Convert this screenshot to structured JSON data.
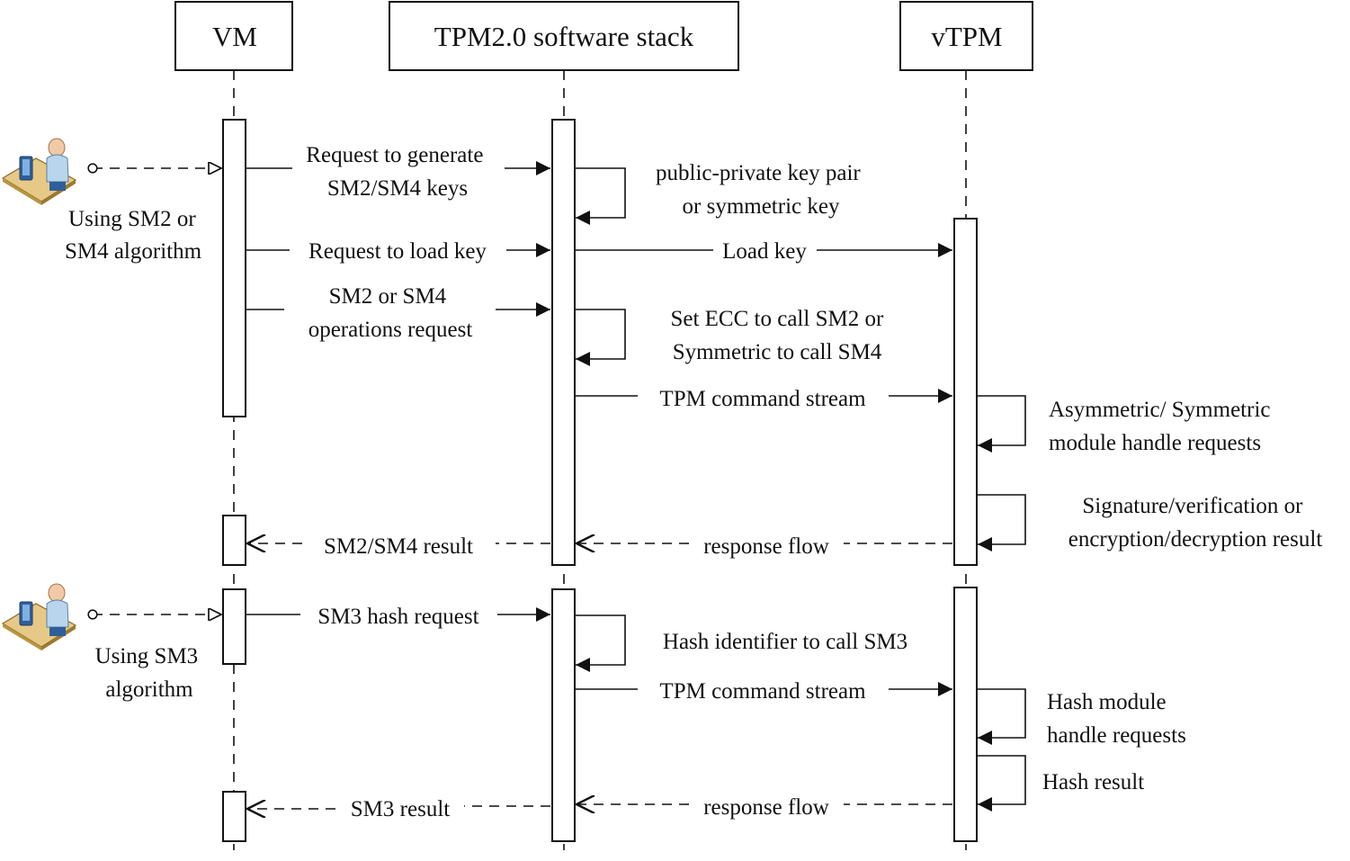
{
  "participants": {
    "vm": "VM",
    "stack": "TPM2.0 software stack",
    "vtpm": "vTPM"
  },
  "actors": {
    "a1": [
      "Using SM2 or",
      "SM4 algorithm"
    ],
    "a2": [
      "Using SM3",
      "algorithm"
    ]
  },
  "messages": {
    "m1": [
      "Request to generate",
      "SM2/SM4 keys"
    ],
    "m2": [
      "public-private key pair",
      "or symmetric key"
    ],
    "m3": "Request to load key",
    "m4": "Load key",
    "m5": [
      "SM2 or SM4",
      "operations request"
    ],
    "m6": [
      "Set ECC to call SM2  or",
      "Symmetric  to call SM4"
    ],
    "m7": "TPM command stream",
    "m8": [
      "Asymmetric/ Symmetric",
      "module handle requests"
    ],
    "m9": [
      "Signature/verification or",
      "encryption/decryption result"
    ],
    "m10": "SM2/SM4  result",
    "m11": "response flow",
    "m12": "SM3 hash request",
    "m13": "Hash identifier to call SM3",
    "m14": "TPM command stream",
    "m15": [
      "Hash module",
      "handle requests"
    ],
    "m16": "Hash  result",
    "m17": "SM3 result",
    "m18": "response flow"
  }
}
